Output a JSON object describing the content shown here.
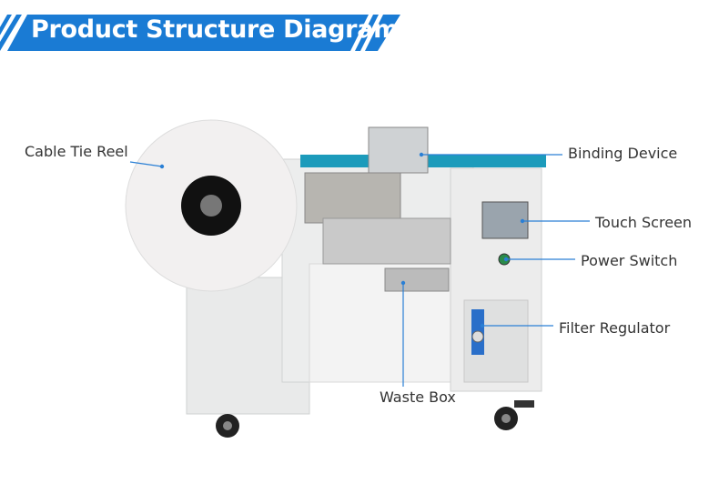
{
  "title": "Product Structure Diagram",
  "accent_color": "#1a7bd4",
  "labels": {
    "cable_tie_reel": "Cable Tie Reel",
    "binding_device": "Binding Device",
    "touch_screen": "Touch Screen",
    "power_switch": "Power Switch",
    "filter_regulator": "Filter Regulator",
    "waste_box": "Waste Box"
  }
}
